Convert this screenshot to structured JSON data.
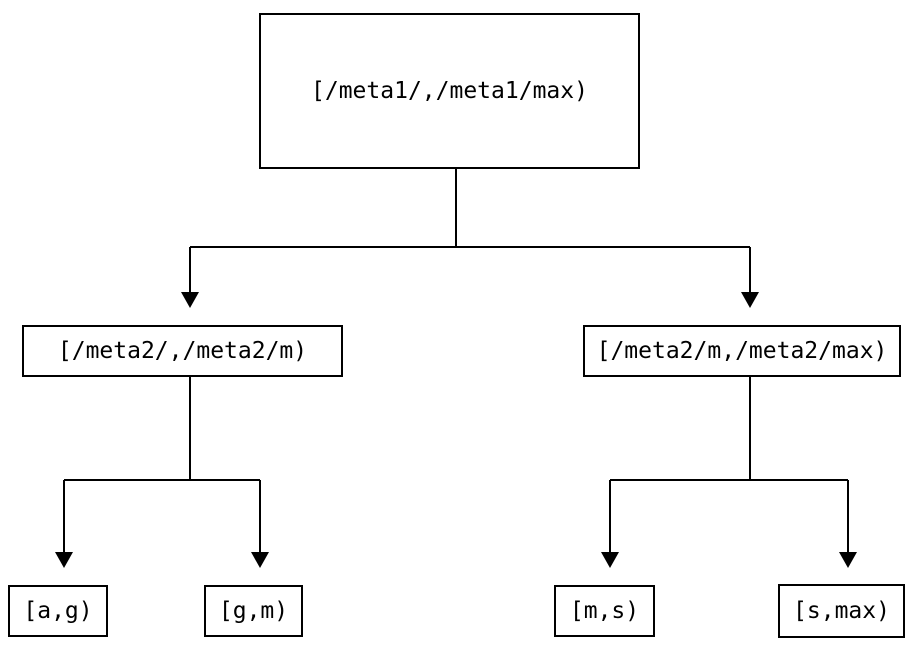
{
  "diagram": {
    "type": "binary-interval-partition-tree",
    "colors": {
      "background": "#ffffff",
      "line": "#000000",
      "box_fill": "#ffffff",
      "text": "#000000"
    },
    "nodes": {
      "root": {
        "label": "[/meta1/,/meta1/max)"
      },
      "left": {
        "label": "[/meta2/,/meta2/m)"
      },
      "right": {
        "label": "[/meta2/m,/meta2/max)"
      },
      "left_left": {
        "label": "[a,g)"
      },
      "left_right": {
        "label": "[g,m)"
      },
      "right_left": {
        "label": "[m,s)"
      },
      "right_right": {
        "label": "[s,max)"
      }
    },
    "edges": [
      {
        "from": "root",
        "to": "left"
      },
      {
        "from": "root",
        "to": "right"
      },
      {
        "from": "left",
        "to": "left_left"
      },
      {
        "from": "left",
        "to": "left_right"
      },
      {
        "from": "right",
        "to": "right_left"
      },
      {
        "from": "right",
        "to": "right_right"
      }
    ]
  }
}
